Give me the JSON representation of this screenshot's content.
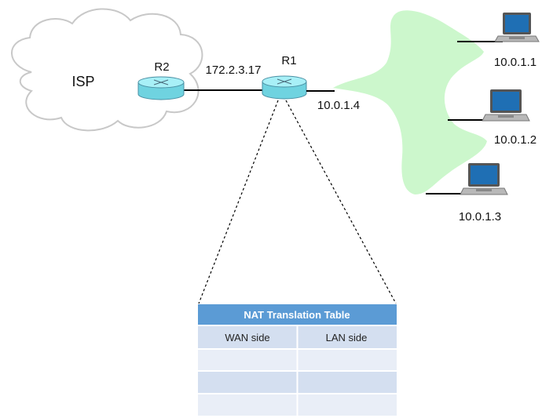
{
  "diagram": {
    "isp_label": "ISP",
    "routers": {
      "r2": {
        "label": "R2"
      },
      "r1": {
        "label": "R1"
      }
    },
    "links": {
      "wan_address": "172.2.3.17",
      "lan_gateway_address": "10.0.1.4"
    },
    "hosts": [
      {
        "address": "10.0.1.1"
      },
      {
        "address": "10.0.1.2"
      },
      {
        "address": "10.0.1.3"
      }
    ],
    "nat_table": {
      "title": "NAT Translation Table",
      "columns": [
        "WAN side",
        "LAN side"
      ],
      "rows": [
        [
          "",
          ""
        ],
        [
          "",
          ""
        ],
        [
          "",
          ""
        ]
      ]
    },
    "colors": {
      "router_body": "#7fe3ee",
      "router_outline": "#4a8fa3",
      "lan_blob": "#ccf7cc",
      "cloud_outline": "#c8c8c8",
      "table_title_bg": "#5b9bd5",
      "table_row_dark": "#d4dff0",
      "table_row_light": "#e9eef7",
      "laptop_screen": "#1f6fb4"
    }
  }
}
